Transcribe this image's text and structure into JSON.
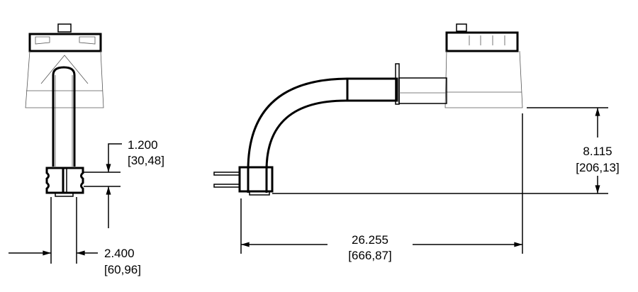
{
  "dimensions": {
    "clamp_height": {
      "value": "1.200",
      "metric": "[30,48]"
    },
    "clamp_width": {
      "value": "2.400",
      "metric": "[60,96]"
    },
    "drop_height": {
      "value": "8.115",
      "metric": "[206,13]"
    },
    "arm_length": {
      "value": "26.255",
      "metric": "[666,87]"
    }
  },
  "colors": {
    "line": "#000000",
    "background": "#ffffff"
  }
}
